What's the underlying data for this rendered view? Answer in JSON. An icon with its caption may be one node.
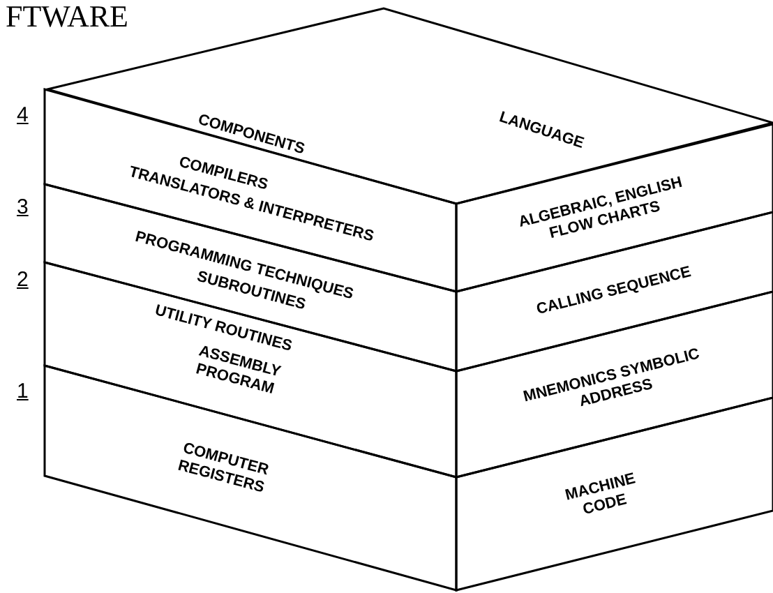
{
  "diagram": {
    "nodes": [
      {
        "text": [
          "COMPONENTS",
          "LANGUAGE"
        ]
      },
      {
        "text": [
          "COMPILERS",
          "TRANSLATORS & INTERPRETERS"
        ]
      },
      {
        "text": [
          "PROGRAMMING TECHNIQUES",
          "SUBROUTINES"
        ]
      },
      {
        "text": [
          "UTILITY ROUTINES",
          "ASSEMBLY PROGRAM"
        ]
      },
      {
        "text": [
          "COMPUTER REGISTERS"
        ]
      },
      {
        "text": [
          "ALGEBRAIC, ENGLISH FLOW CHARTS"
        ]
      },
      {
        "text": [
          "CALLING SEQUENCE"
        ]
      },
      {
        "text": [
          "MNEMONICS SYMBOLIC ADDRESS"
        ]
      },
      {
        "text": [
          "MACHINE CODE"
        ]
      }
    ],
    "labels": [
      "FTWARE",
      "4",
      "3",
      "2",
      "1"
    ]
  }
}
